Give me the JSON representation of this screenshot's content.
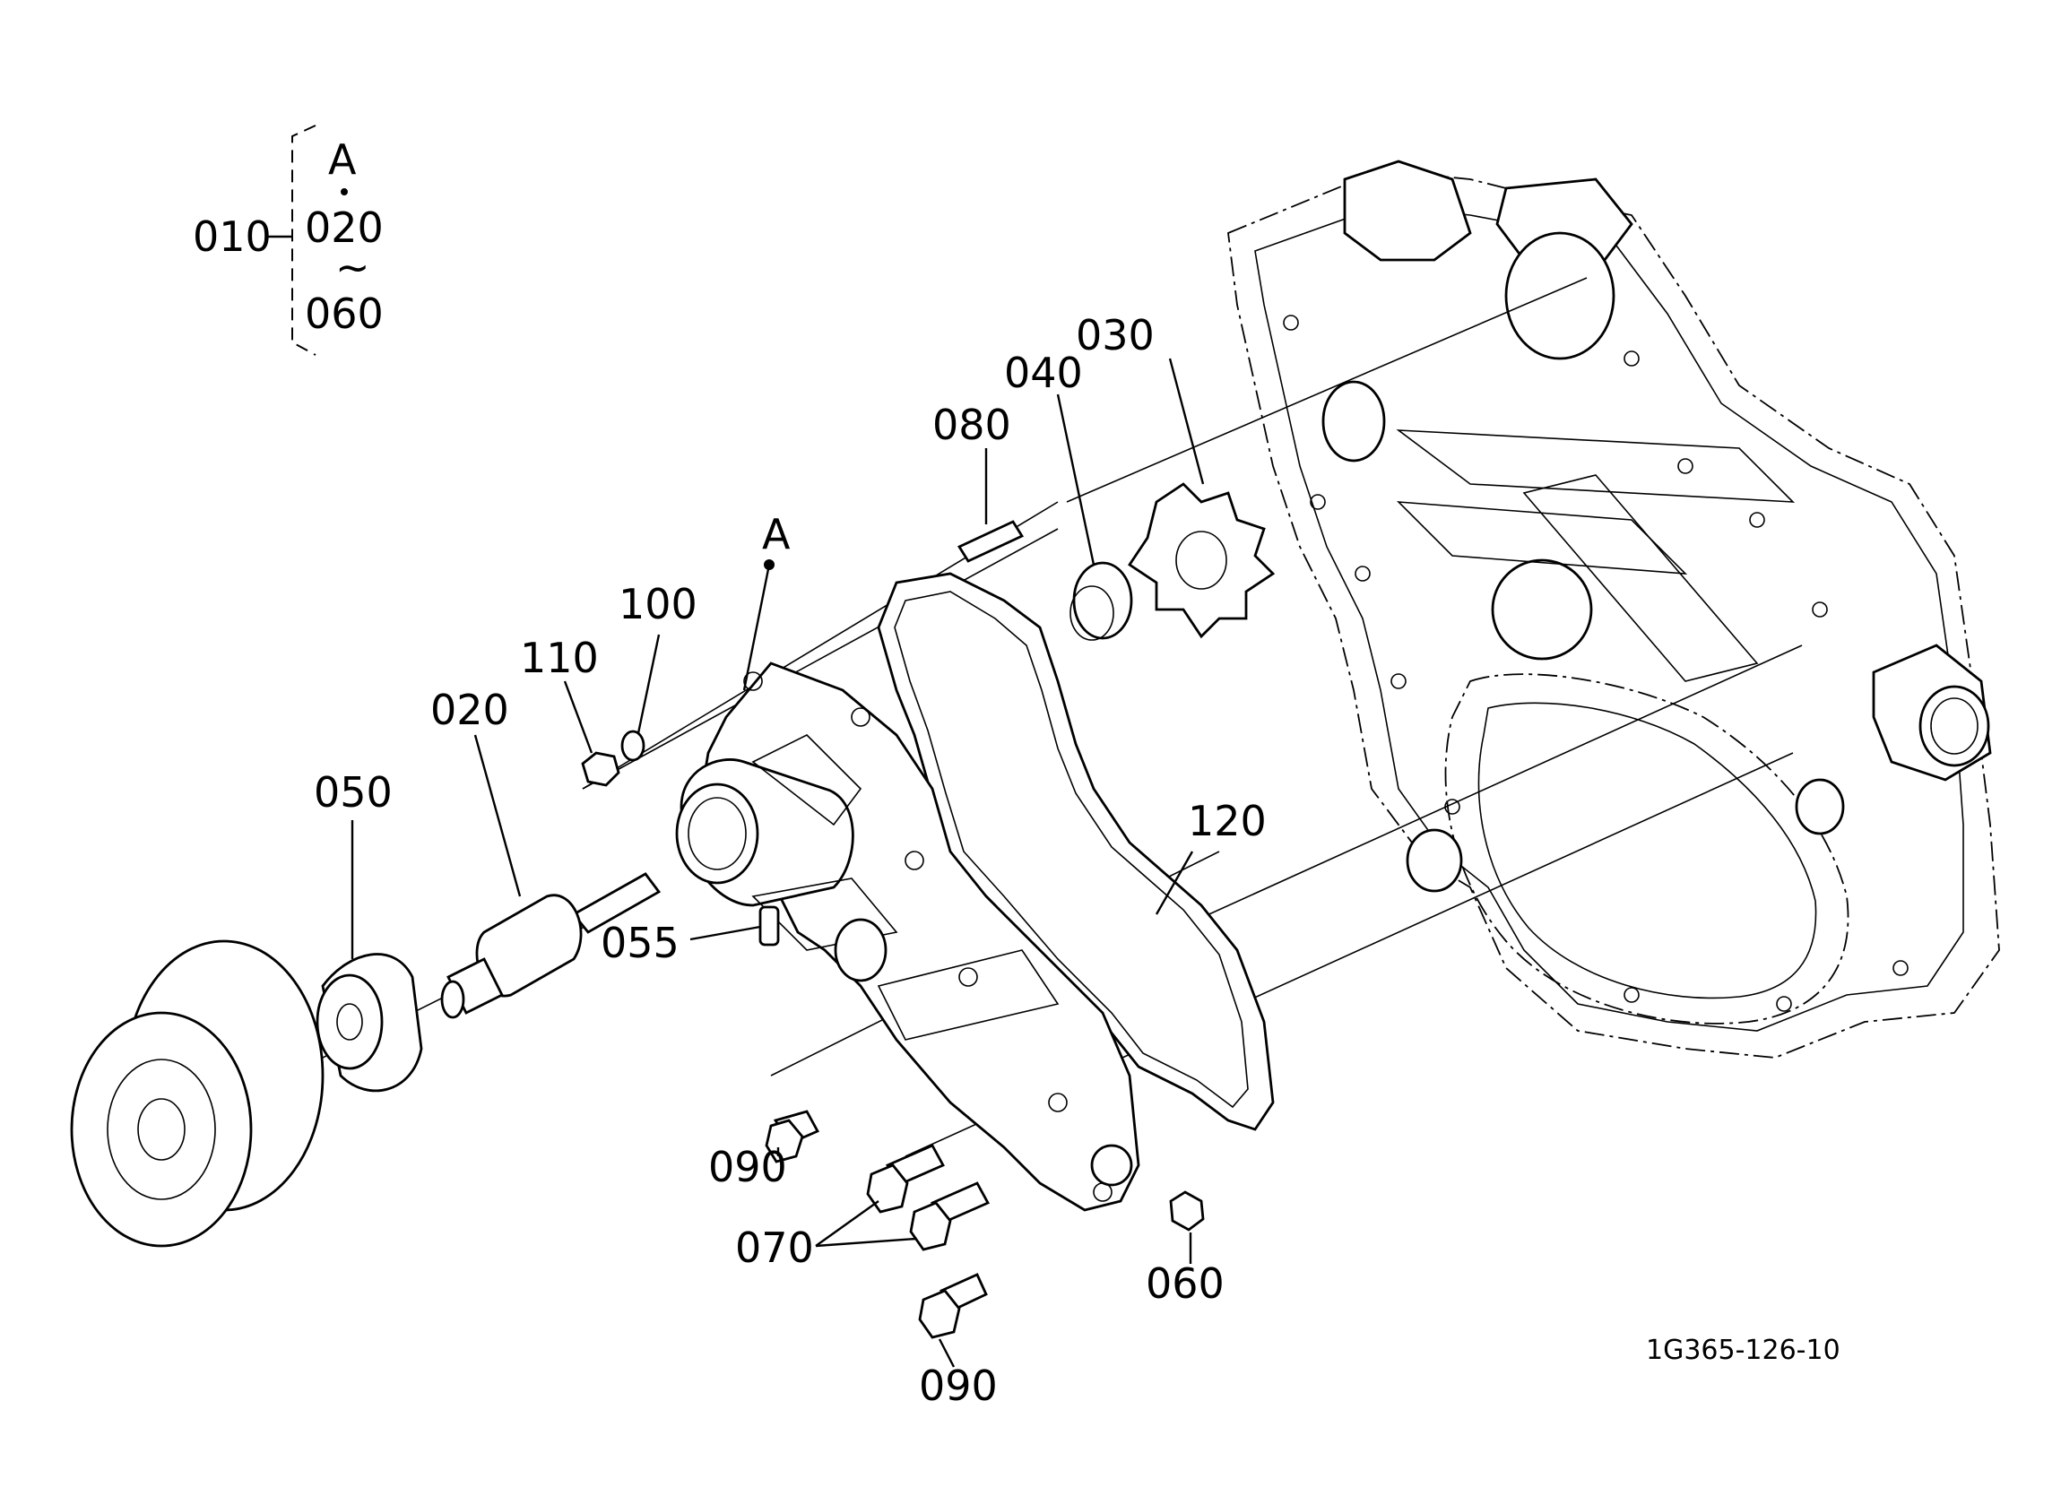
{
  "legend": {
    "assembly_number": "010",
    "includes_marker": "A",
    "range_start": "020",
    "range_separator": "~",
    "range_end": "060"
  },
  "callouts": {
    "c030": "030",
    "c040": "040",
    "c080": "080",
    "c100": "100",
    "c110": "110",
    "c020": "020",
    "c050": "050",
    "c055": "055",
    "c120": "120",
    "c090_upper": "090",
    "c070": "070",
    "c060": "060",
    "c090_lower": "090",
    "marker_a": "A"
  },
  "drawing_id": "1G365-126-10"
}
